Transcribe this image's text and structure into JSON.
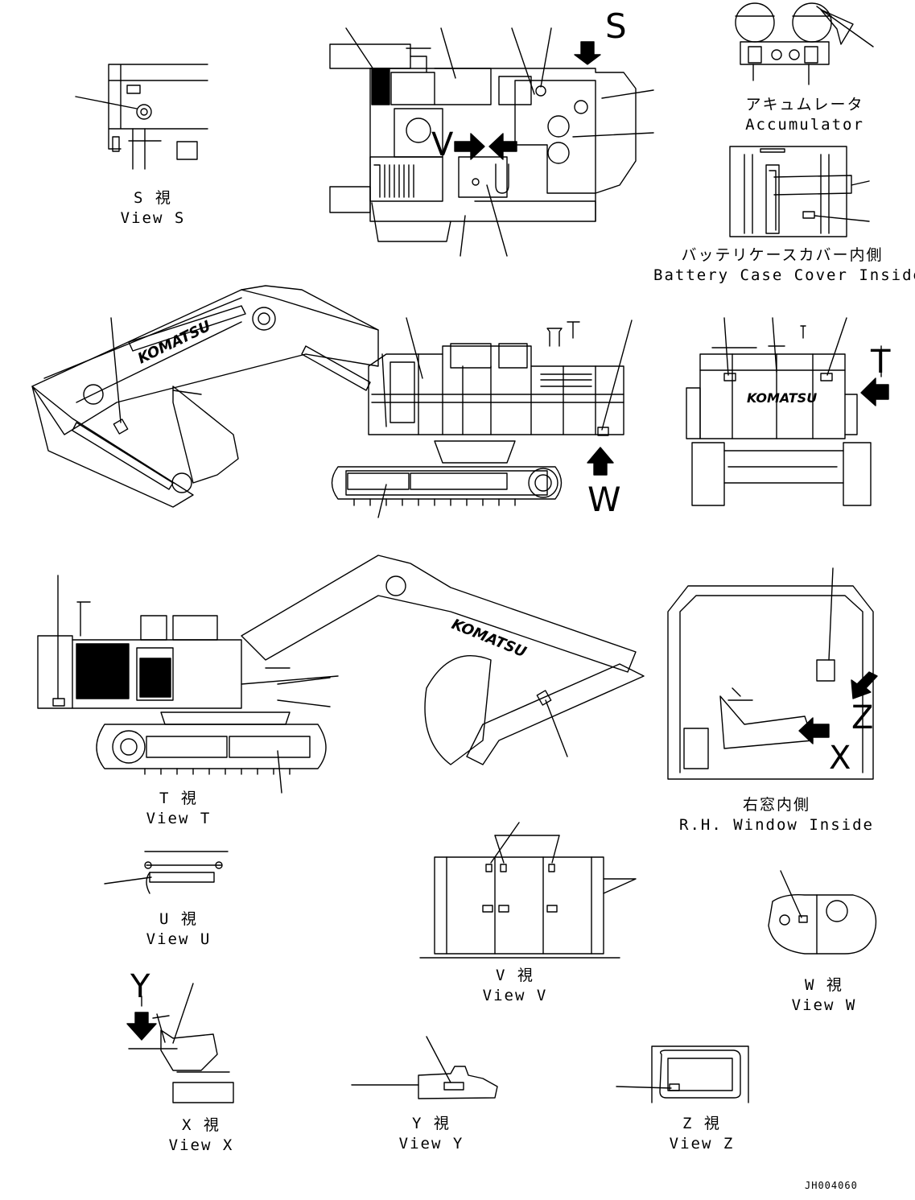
{
  "views": {
    "s": {
      "jp": "S 視",
      "en": "View S"
    },
    "t": {
      "jp": "T 視",
      "en": "View T"
    },
    "u": {
      "jp": "U 視",
      "en": "View U"
    },
    "v": {
      "jp": "V 視",
      "en": "View V"
    },
    "w": {
      "jp": "W 視",
      "en": "View W"
    },
    "x": {
      "jp": "X 視",
      "en": "View X"
    },
    "y": {
      "jp": "Y 視",
      "en": "View Y"
    },
    "z": {
      "jp": "Z 視",
      "en": "View Z"
    }
  },
  "accumulator": {
    "jp": "アキュムレータ",
    "en": "Accumulator"
  },
  "battery_cover": {
    "jp": "バッテリケースカバー内側",
    "en": "Battery Case Cover Inside"
  },
  "rh_window": {
    "jp": "右窓内側",
    "en": "R.H. Window Inside"
  },
  "arrow_letters": {
    "s": "S",
    "v": "V",
    "w": "W",
    "t": "T",
    "z": "Z",
    "x": "X",
    "y": "Y"
  },
  "brand": "KOMATSU",
  "drawing_code": "JH004060"
}
